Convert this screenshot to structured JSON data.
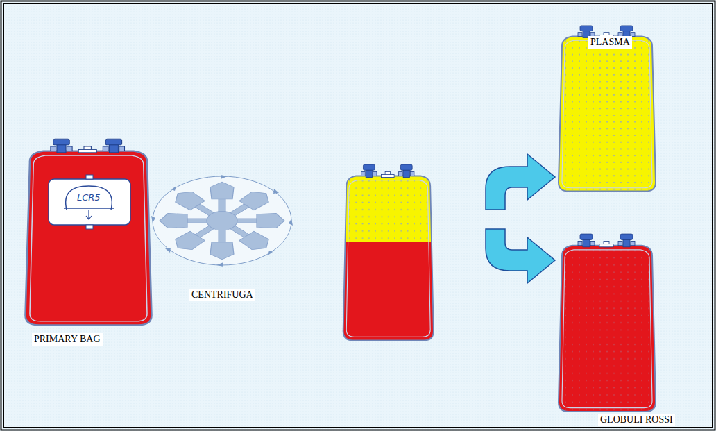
{
  "diagram": {
    "labels": [
      "LCR5",
      "PRIMARY BAG",
      "CENTRIFUGA",
      "PLASMA",
      "GLOBULI ROSSI"
    ]
  }
}
